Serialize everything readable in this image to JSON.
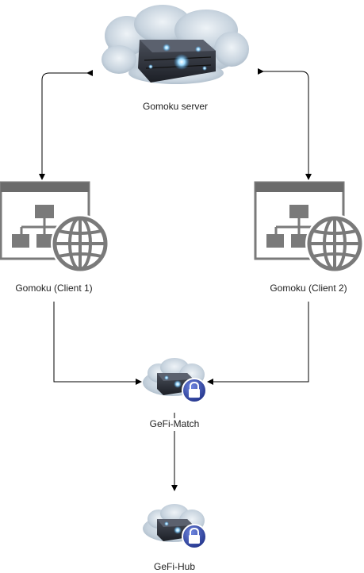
{
  "nodes": {
    "server": {
      "label": "Gomoku server",
      "icon": "cloud-server-icon"
    },
    "client1": {
      "label": "Gomoku (Client 1)",
      "icon": "web-app-globe-icon"
    },
    "client2": {
      "label": "Gomoku (Client 2)",
      "icon": "web-app-globe-icon"
    },
    "match": {
      "label": "GeFi-Match",
      "icon": "secure-cloud-server-icon"
    },
    "hub": {
      "label": "GeFi-Hub",
      "icon": "secure-cloud-server-icon"
    }
  },
  "colors": {
    "client_icon": "#7a7a7a",
    "client_header": "#6b6b6b",
    "line": "#000000",
    "cloud": "#c9d6e3",
    "server_body": "#2b2f38",
    "glow": "#8fd0ff",
    "lock": "#2b3f9e"
  }
}
